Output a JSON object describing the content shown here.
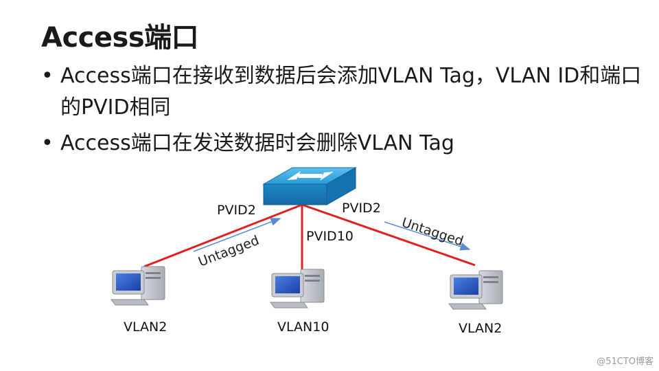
{
  "slide": {
    "title": "Access端口",
    "bullets": [
      "Access端口在接收到数据后会添加VLAN Tag，VLAN ID和端口的PVID相同",
      "Access端口在发送数据时会删除VLAN Tag"
    ]
  },
  "diagram": {
    "switch_icon": "switch-icon",
    "computer_icon": "computer-icon",
    "link_color": "#e02020",
    "arrow_color": "#5a8ccc",
    "switch_color": "#1e88c9",
    "port_labels": {
      "left": "PVID2",
      "middle": "PVID10",
      "right": "PVID2"
    },
    "untagged_labels": {
      "left": "Untagged",
      "right": "Untagged"
    },
    "hosts": [
      {
        "vlan": "VLAN2"
      },
      {
        "vlan": "VLAN10"
      },
      {
        "vlan": "VLAN2"
      }
    ]
  },
  "watermark": "@51CTO博客"
}
